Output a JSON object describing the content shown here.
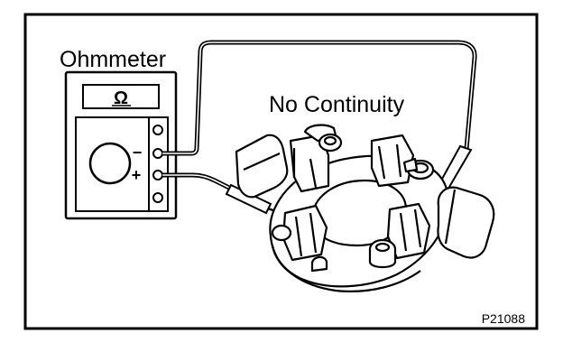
{
  "colors": {
    "ink": "#000000",
    "paper": "#ffffff"
  },
  "meter": {
    "title": "Ohmmeter",
    "unit_symbol": "Ω",
    "minus_symbol": "−",
    "plus_symbol": "+"
  },
  "result_label": "No Continuity",
  "figure_code": "P21088"
}
